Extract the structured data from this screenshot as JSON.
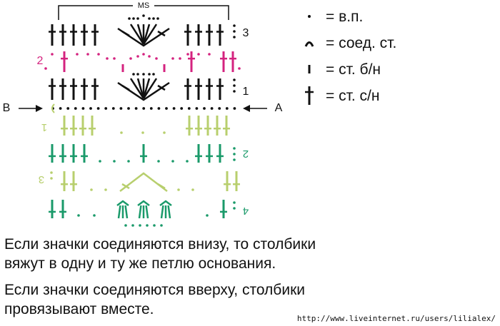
{
  "diagram": {
    "repeat_label": "MS",
    "marker_b": "B",
    "marker_a": "A",
    "top_row_numbers": [
      "3",
      "2",
      "1"
    ],
    "bottom_row_numbers": [
      "1",
      "2",
      "3",
      "4"
    ],
    "colors": {
      "upper": "#111111",
      "row2": "#d4237f",
      "lime": "#b8cf6e",
      "green": "#1a9a6a"
    }
  },
  "legend": [
    {
      "icon": "chain-icon",
      "label": "= в.п."
    },
    {
      "icon": "slip-stitch-icon",
      "label": "= соед. ст."
    },
    {
      "icon": "single-crochet-icon",
      "label": "= ст. б/н"
    },
    {
      "icon": "double-crochet-icon",
      "label": "= ст. с/н"
    }
  ],
  "caption": {
    "line1": "Если значки соединяются внизу, то столбики",
    "line2": "вяжут в одну и ту же петлю основания.",
    "line3": "Если значки соединяются вверху, столбики",
    "line4": "провязывают вместе."
  },
  "url": "http://www.liveinternet.ru/users/lilialex/"
}
